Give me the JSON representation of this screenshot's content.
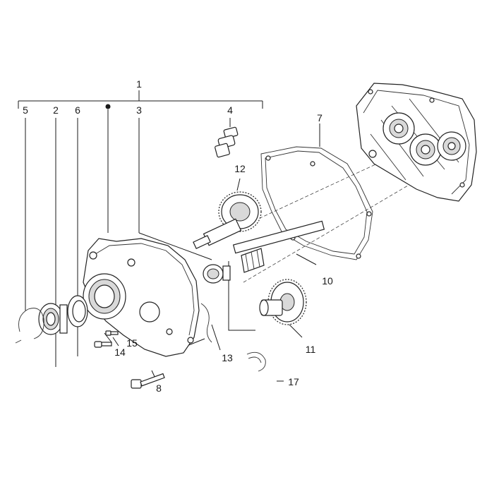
{
  "diagram": {
    "labels": {
      "l1": "1",
      "l2": "2",
      "l3": "3",
      "l4": "4",
      "l5": "5",
      "l6": "6",
      "l7": "7",
      "l8": "8",
      "l10": "10",
      "l11": "11",
      "l12": "12",
      "l13": "13",
      "l14": "14",
      "l15": "15",
      "l17": "17"
    }
  }
}
